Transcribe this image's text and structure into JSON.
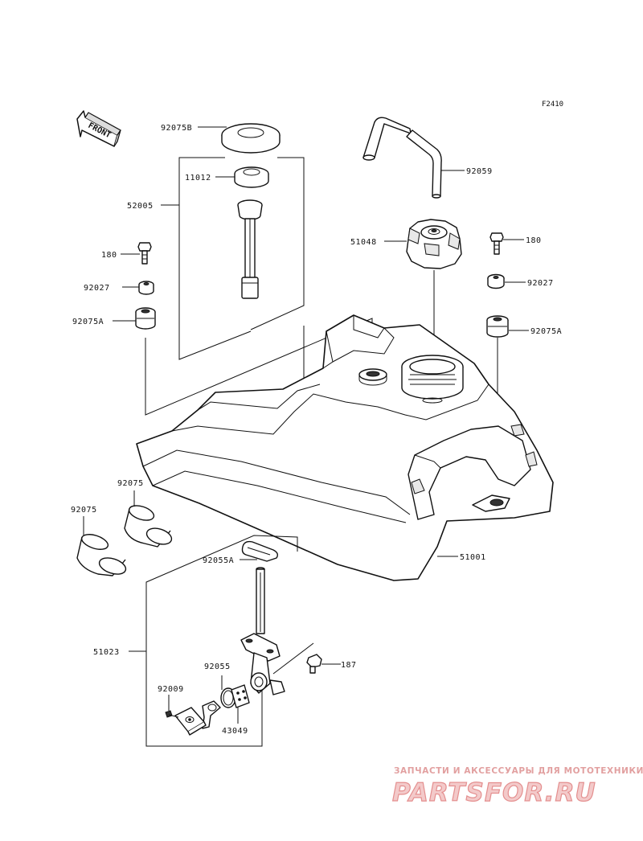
{
  "figure_code": "F2410",
  "front_label": "FRONT",
  "parts": {
    "p92075B": "92075B",
    "p11012": "11012",
    "p52005": "52005",
    "p180_left": "180",
    "p92027_left": "92027",
    "p92075A_left": "92075A",
    "p92059": "92059",
    "p51048": "51048",
    "p180_right": "180",
    "p92027_right": "92027",
    "p92075A_right": "92075A",
    "p92075_upper": "92075",
    "p92075_lower": "92075",
    "p92055A": "92055A",
    "p51001": "51001",
    "p51023": "51023",
    "p92055": "92055",
    "p187": "187",
    "p92009": "92009",
    "p43049": "43049"
  },
  "watermark": {
    "tagline": "ЗАПЧАСТИ И АКСЕССУАРЫ ДЛЯ МОТОТЕХНИКИ",
    "brand": "PARTSFOR.RU"
  }
}
